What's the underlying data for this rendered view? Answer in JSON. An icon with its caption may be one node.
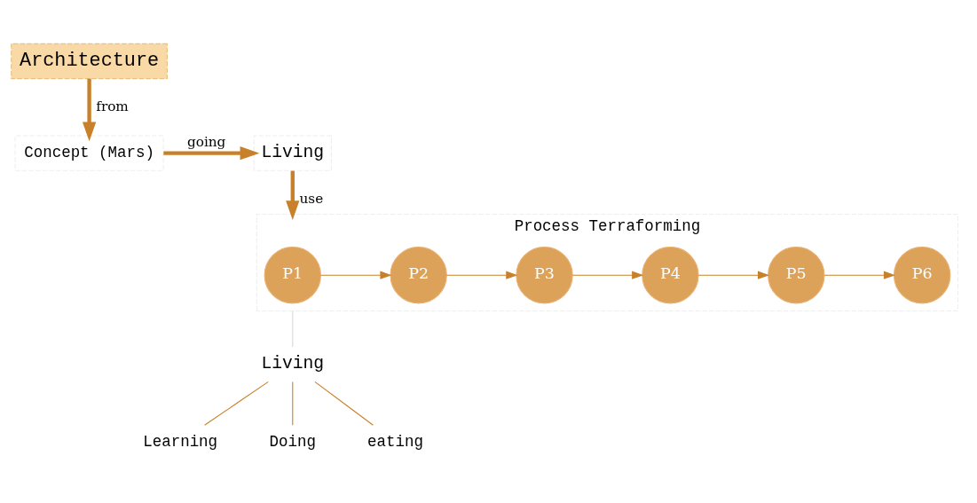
{
  "diagram": {
    "nodes": [
      {
        "text": [
          "Architecture"
        ]
      },
      {
        "text": [
          "Concept (Mars)"
        ]
      },
      {
        "text": [
          "Living"
        ]
      },
      {
        "text": [
          "Process Terraforming"
        ]
      },
      {
        "text": [
          "P1"
        ],
        "in": 3
      },
      {
        "text": [
          "P2"
        ],
        "in": 3
      },
      {
        "text": [
          "P3"
        ],
        "in": 3
      },
      {
        "text": [
          "P4"
        ],
        "in": 3
      },
      {
        "text": [
          "P5"
        ],
        "in": 3
      },
      {
        "text": [
          "P6"
        ],
        "in": 3
      },
      {
        "text": [
          "Living"
        ]
      },
      {
        "text": [
          "Learning"
        ]
      },
      {
        "text": [
          "Doing"
        ]
      },
      {
        "text": [
          "eating"
        ]
      }
    ],
    "edges": [
      {
        "from": 0,
        "to": 1,
        "arrow": "to",
        "label": "from",
        "style": "thick"
      },
      {
        "from": 1,
        "to": 2,
        "arrow": "to",
        "label": "going",
        "style": "thick"
      },
      {
        "from": 2,
        "to": 3,
        "arrow": "to",
        "label": "use",
        "style": "thick"
      },
      {
        "from": 4,
        "to": 5,
        "arrow": "to"
      },
      {
        "from": 5,
        "to": 6,
        "arrow": "to"
      },
      {
        "from": 6,
        "to": 7,
        "arrow": "to"
      },
      {
        "from": 7,
        "to": 8,
        "arrow": "to"
      },
      {
        "from": 8,
        "to": 9,
        "arrow": "to"
      },
      {
        "from": 3,
        "to": 10,
        "arrow": "none",
        "color": "#d9d9d9"
      },
      {
        "from": 10,
        "to": 11,
        "arrow": "none"
      },
      {
        "from": 10,
        "to": 12,
        "arrow": "none"
      },
      {
        "from": 10,
        "to": 13,
        "arrow": "none"
      }
    ]
  }
}
